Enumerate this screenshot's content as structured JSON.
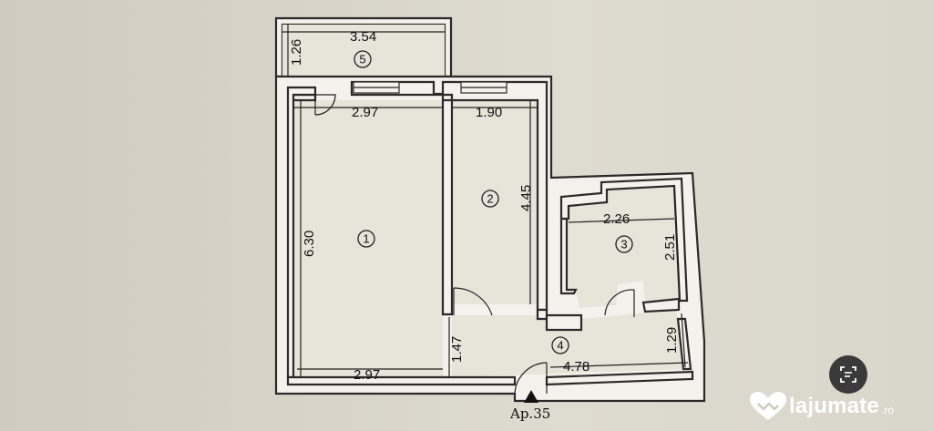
{
  "floor_plan": {
    "apartment_label": "Ap.35",
    "rooms": [
      {
        "number": "1"
      },
      {
        "number": "2"
      },
      {
        "number": "3"
      },
      {
        "number": "4"
      },
      {
        "number": "5"
      }
    ],
    "dimensions": {
      "balcony_width": "3.54",
      "balcony_depth": "1.26",
      "room1_width_top": "2.97",
      "room1_length": "6.30",
      "room1_width_bottom": "2.97",
      "room2_width": "1.90",
      "room2_length": "4.45",
      "room3_width": "2.26",
      "room3_length": "2.51",
      "hall_length": "4.78",
      "hall_depth_left": "1.47",
      "hall_depth_right": "1.29"
    }
  },
  "overlay": {
    "search_icon": "image-search-icon",
    "logo_text": "lajumate",
    "logo_tld": ".ro",
    "logo_icon": "heart-handshake-icon"
  }
}
